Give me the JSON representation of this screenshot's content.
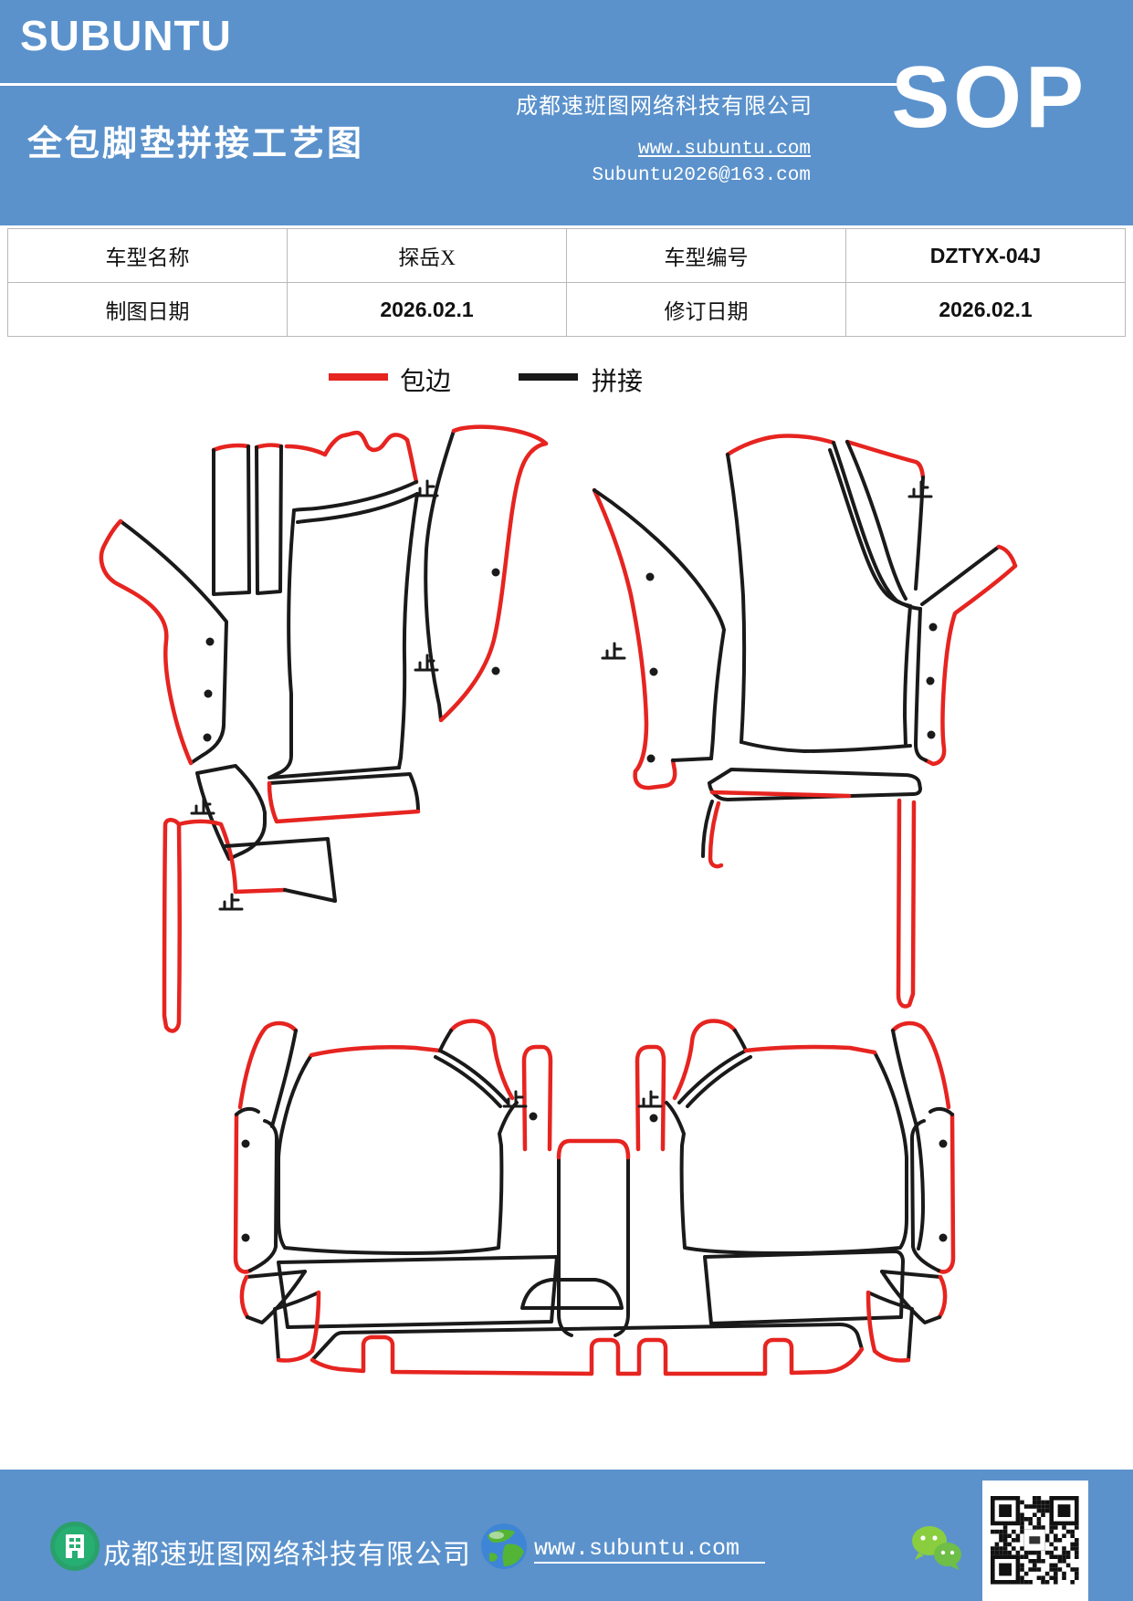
{
  "page": {
    "bg": "#ffffff",
    "accent": "#5b92cc"
  },
  "header": {
    "brand": "SUBUNTU",
    "title": "全包脚垫拼接工艺图",
    "company": "成都速班图网络科技有限公司",
    "website": "www.subuntu.com",
    "email": "Subuntu2026@163.com",
    "doc_label": "SOP"
  },
  "info_table": {
    "model_name_label": "车型名称",
    "model_name_value": "探岳X",
    "model_code_label": "车型编号",
    "model_code_value": "DZTYX-04J",
    "draw_date_label": "制图日期",
    "draw_date_value": "2026.02.1",
    "revise_date_label": "修订日期",
    "revise_date_value": "2026.02.1"
  },
  "legend": {
    "edge_label": "包边",
    "edge_color": "#e62420",
    "splice_label": "拼接",
    "splice_color": "#1a1a1a"
  },
  "diagram": {
    "binding_color": "#e62420",
    "splice_color": "#1a1a1a",
    "stop_marker": "止"
  },
  "footer": {
    "company": "成都速班图网络科技有限公司",
    "website": "www.subuntu.com"
  }
}
